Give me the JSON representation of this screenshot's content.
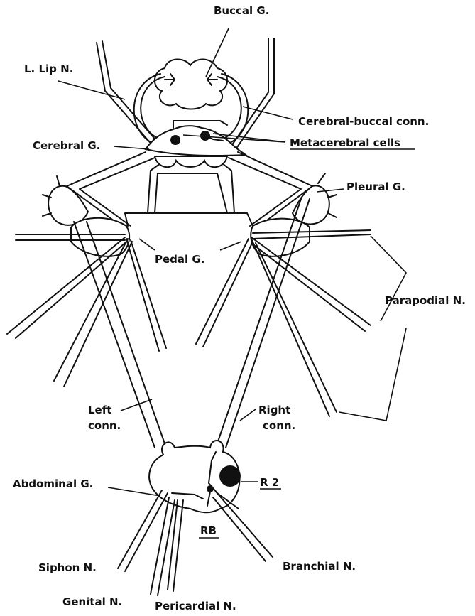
{
  "labels": {
    "buccal_g": "Buccal G.",
    "lip_n": "L. Lip N.",
    "cerebral_buccal_conn": "Cerebral-buccal conn.",
    "cerebral_g": "Cerebral G.",
    "metacerebral_cells": "Metacerebral cells",
    "pleural_g": "Pleural G.",
    "pedal_g": "Pedal G.",
    "parapodial_n": "Parapodial N.",
    "left_conn_1": "Left",
    "left_conn_2": "conn.",
    "right_conn_1": "Right",
    "right_conn_2": "conn.",
    "abdominal_g": "Abdominal G.",
    "r2": "R 2",
    "rb": "RB",
    "siphon_n": "Siphon N.",
    "branchial_n": "Branchial N.",
    "genital_n": "Genital N.",
    "pericardial_n": "Pericardial N."
  }
}
